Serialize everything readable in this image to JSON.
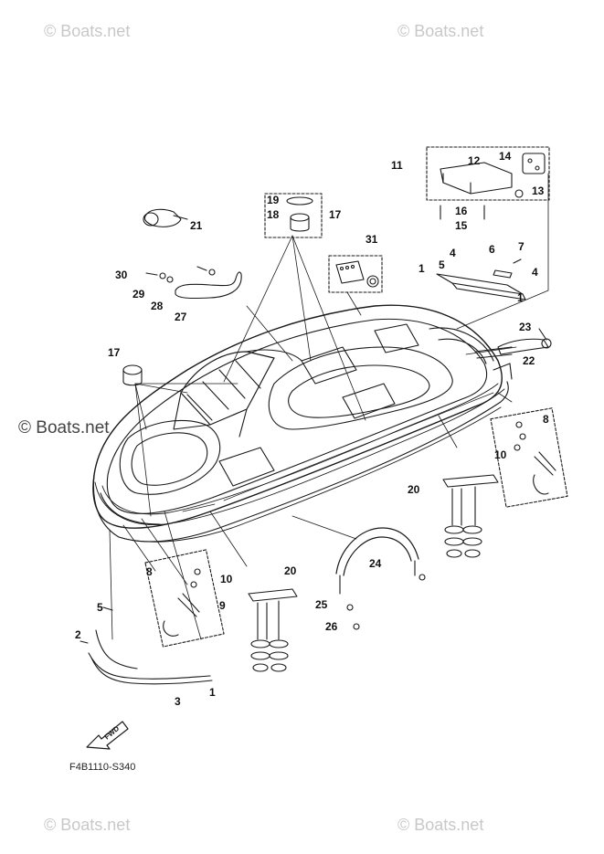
{
  "watermarks": [
    "© Boats.net",
    "© Boats.net",
    "© Boats.net",
    "© Boats.net",
    "© Boats.net"
  ],
  "part_code": "F4B1110-S340",
  "fwd_label": "FWD",
  "callouts": {
    "c1_rail_left": "1",
    "c1_rail_right": "1",
    "c1_cable": "1",
    "c2": "2",
    "c3": "3",
    "c4_top": "4",
    "c4_right": "4",
    "c5_top": "5",
    "c5_left": "5",
    "c6": "6",
    "c7": "7",
    "c8_right": "8",
    "c8_left": "8",
    "c9": "9",
    "c10_right": "10",
    "c10_left": "10",
    "c11": "11",
    "c12": "12",
    "c13": "13",
    "c14": "14",
    "c15": "15",
    "c16": "16",
    "c17_top": "17",
    "c17_left": "17",
    "c18": "18",
    "c19": "19",
    "c20_right": "20",
    "c20_left": "20",
    "c21": "21",
    "c22": "22",
    "c23": "23",
    "c24": "24",
    "c25": "25",
    "c26": "26",
    "c27": "27",
    "c28": "28",
    "c29": "29",
    "c30": "30",
    "c31": "31"
  },
  "colors": {
    "line": "#1a1a1a",
    "watermark": "#c8c8c8",
    "background": "#ffffff"
  }
}
